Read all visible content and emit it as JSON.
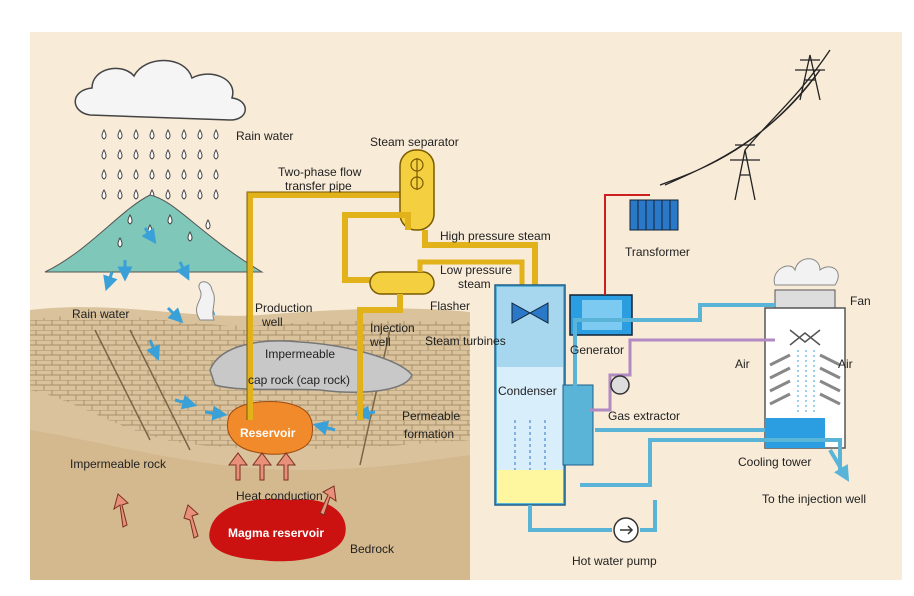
{
  "colors": {
    "background": "#f8ebd7",
    "cloud": "#f5f5f5",
    "mountain": "#7fc7b8",
    "ground_top": "#b9a98a",
    "ground": "#d9c29c",
    "rock_pattern": "#c2aa80",
    "cap_rock": "#c8c8c8",
    "reservoir": "#f08a2a",
    "magma": "#cc1111",
    "heat_arrow": "#e8907a",
    "water_arrow": "#3aa0d8",
    "steam_pipe": "#e2b21a",
    "hot_water_pipe": "#5ab4d8",
    "equipment_blue": "#2a78c8",
    "condenser_yellow": "#fff6a0",
    "power_line": "#cc2020",
    "gas_pipe": "#b08ac0"
  },
  "labels": {
    "rain_water_top": "Rain water",
    "rain_water_left": "Rain water",
    "steam_separator": "Steam separator",
    "two_phase_flow": "Two-phase flow",
    "transfer_pipe": "transfer pipe",
    "high_pressure_steam": "High pressure steam",
    "low_pressure": "Low pressure",
    "steam": "steam",
    "flasher": "Flasher",
    "production": "Production",
    "well": "well",
    "injection": "Injection",
    "injection_well_word": "well",
    "steam_turbines": "Steam turbines",
    "generator": "Generator",
    "transformer": "Transformer",
    "fan": "Fan",
    "air_left": "Air",
    "air_right": "Air",
    "impermeable": "Impermeable",
    "cap_rock": "cap rock (cap rock)",
    "condenser": "Condenser",
    "gas_extractor": "Gas extractor",
    "permeable": "Permeable",
    "formation": "formation",
    "reservoir": "Reservoir",
    "impermeable_rock": "Impermeable rock",
    "cooling_tower": "Cooling tower",
    "heat_conduction": "Heat conduction",
    "to_injection_well": "To the injection well",
    "magma_reservoir": "Magma reservoir",
    "bedrock": "Bedrock",
    "hot_water_pump": "Hot water pump"
  }
}
